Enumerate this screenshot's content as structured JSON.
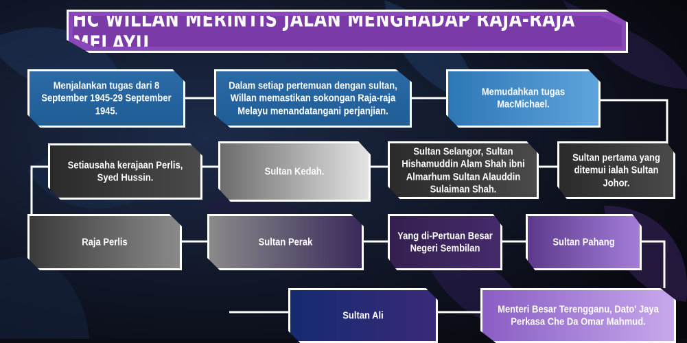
{
  "title": "HC WILLAN MERINTIS JALAN MENGHADAP RAJA-RAJA MELAYU",
  "nodes": {
    "n1": "Menjalankan tugas dari 8 September 1945-29 September 1945.",
    "n2": "Dalam setiap pertemuan dengan sultan, Willan memastikan sokongan Raja-raja Melayu menandatangani perjanjian.",
    "n3": "Memudahkan tugas MacMichael.",
    "n4": "Sultan pertama yang ditemui ialah Sultan Johor.",
    "n5": "Sultan Selangor, Sultan Hishamuddin Alam Shah ibni Almarhum Sultan Alauddin Sulaiman Shah.",
    "n6": "Sultan Kedah.",
    "n7": "Setiausaha kerajaan Perlis, Syed Hussin.",
    "n8": "Raja Perlis",
    "n9": "Sultan Perak",
    "n10": "Yang di-Pertuan Besar Negeri Sembilan",
    "n11": "Sultan Pahang",
    "n12": "Menteri Besar Terengganu, Dato' Jaya Perkasa Che Da Omar Mahmud.",
    "n13": "Sultan Ali"
  },
  "colors": {
    "connector": "#ffffff",
    "title_fill": "#7a3aa8"
  }
}
